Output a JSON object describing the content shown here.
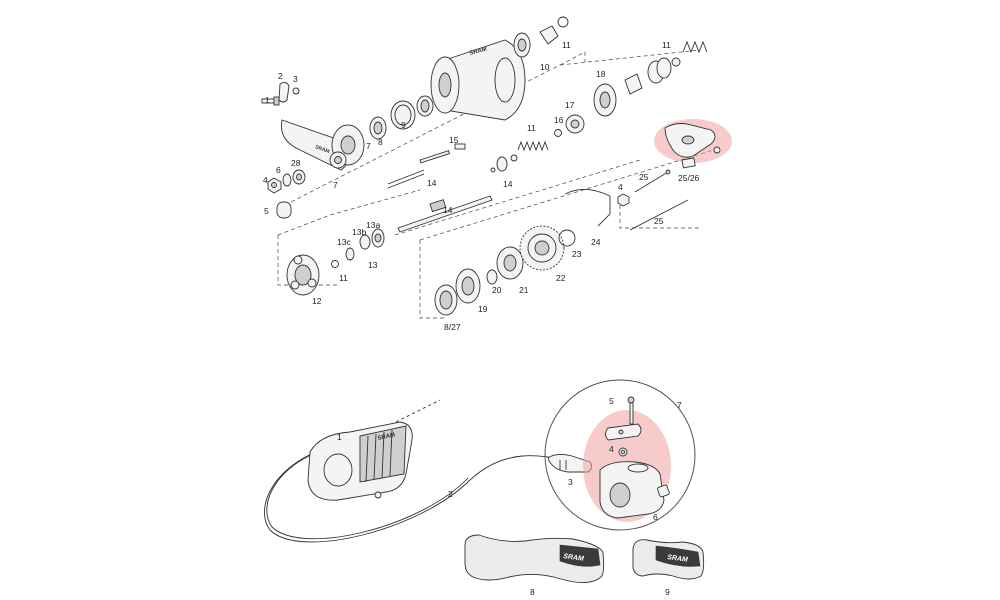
{
  "hub_labels": {
    "l1": "1",
    "l2": "2",
    "l3": "3",
    "l4a": "4",
    "l5": "5",
    "l6": "6",
    "l7a": "7",
    "l7b": "7",
    "l8": "8",
    "l9": "9",
    "l10": "10",
    "l11a": "11",
    "l11b": "11",
    "l11c": "11",
    "l11d": "11",
    "l12": "12",
    "l13": "13",
    "l13a": "13a",
    "l13b": "13b",
    "l13c": "13c",
    "l14a": "14",
    "l14b": "14",
    "l14c": "14",
    "l15": "15",
    "l16": "16",
    "l17": "17",
    "l18": "18",
    "l19": "19",
    "l20": "20",
    "l21": "21",
    "l22": "22",
    "l23": "23",
    "l24": "24",
    "l25a": "25",
    "l25b": "25",
    "l2526": "25/26",
    "l4b": "4",
    "l827": "8/27",
    "l28": "28"
  },
  "shifter_labels": {
    "s1": "1",
    "s2": "2",
    "s3": "3",
    "s4": "4",
    "s5": "5",
    "s6": "6",
    "s7": "7",
    "s8": "8",
    "s9": "9"
  },
  "brands": {
    "hub_arm": "SRAM",
    "hub_body": "SRAM",
    "shifter": "SRAM",
    "grip_long": "SRAM",
    "grip_short": "SRAM"
  },
  "colors": {
    "highlight": "#f2a0a0",
    "line": "#333333"
  }
}
